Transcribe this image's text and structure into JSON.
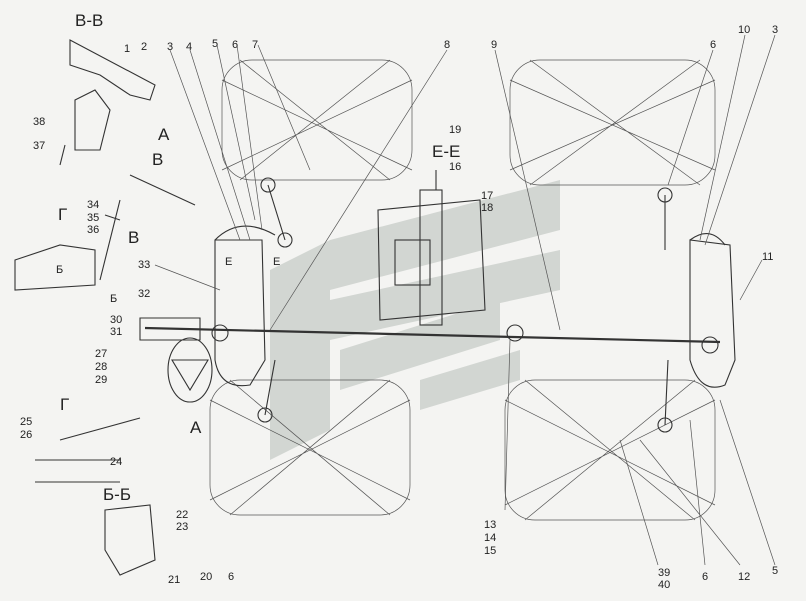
{
  "title": "Steering linkage assembly diagram",
  "sections": {
    "vv": "В-В",
    "ee": "Е-Е",
    "bb": "Б-Б",
    "g": "Г",
    "a": "А",
    "a2": "А",
    "v": "В",
    "v2": "В",
    "g2": "Г",
    "b1": "Б",
    "b2": "Б",
    "e1": "Е",
    "e2": "Е"
  },
  "labels": [
    "1",
    "2",
    "38",
    "37",
    "34",
    "35",
    "36",
    "32",
    "33",
    "3",
    "4",
    "5",
    "6",
    "7",
    "8",
    "9",
    "19",
    "16",
    "17",
    "18",
    "6",
    "10",
    "3",
    "11",
    "30",
    "31",
    "27",
    "28",
    "29",
    "25",
    "26",
    "24",
    "22",
    "23",
    "21",
    "20",
    "6",
    "13",
    "14",
    "15",
    "39",
    "40",
    "6",
    "12",
    "5"
  ],
  "colors": {
    "watermark": "#c8ccc8",
    "ink": "#333333"
  }
}
